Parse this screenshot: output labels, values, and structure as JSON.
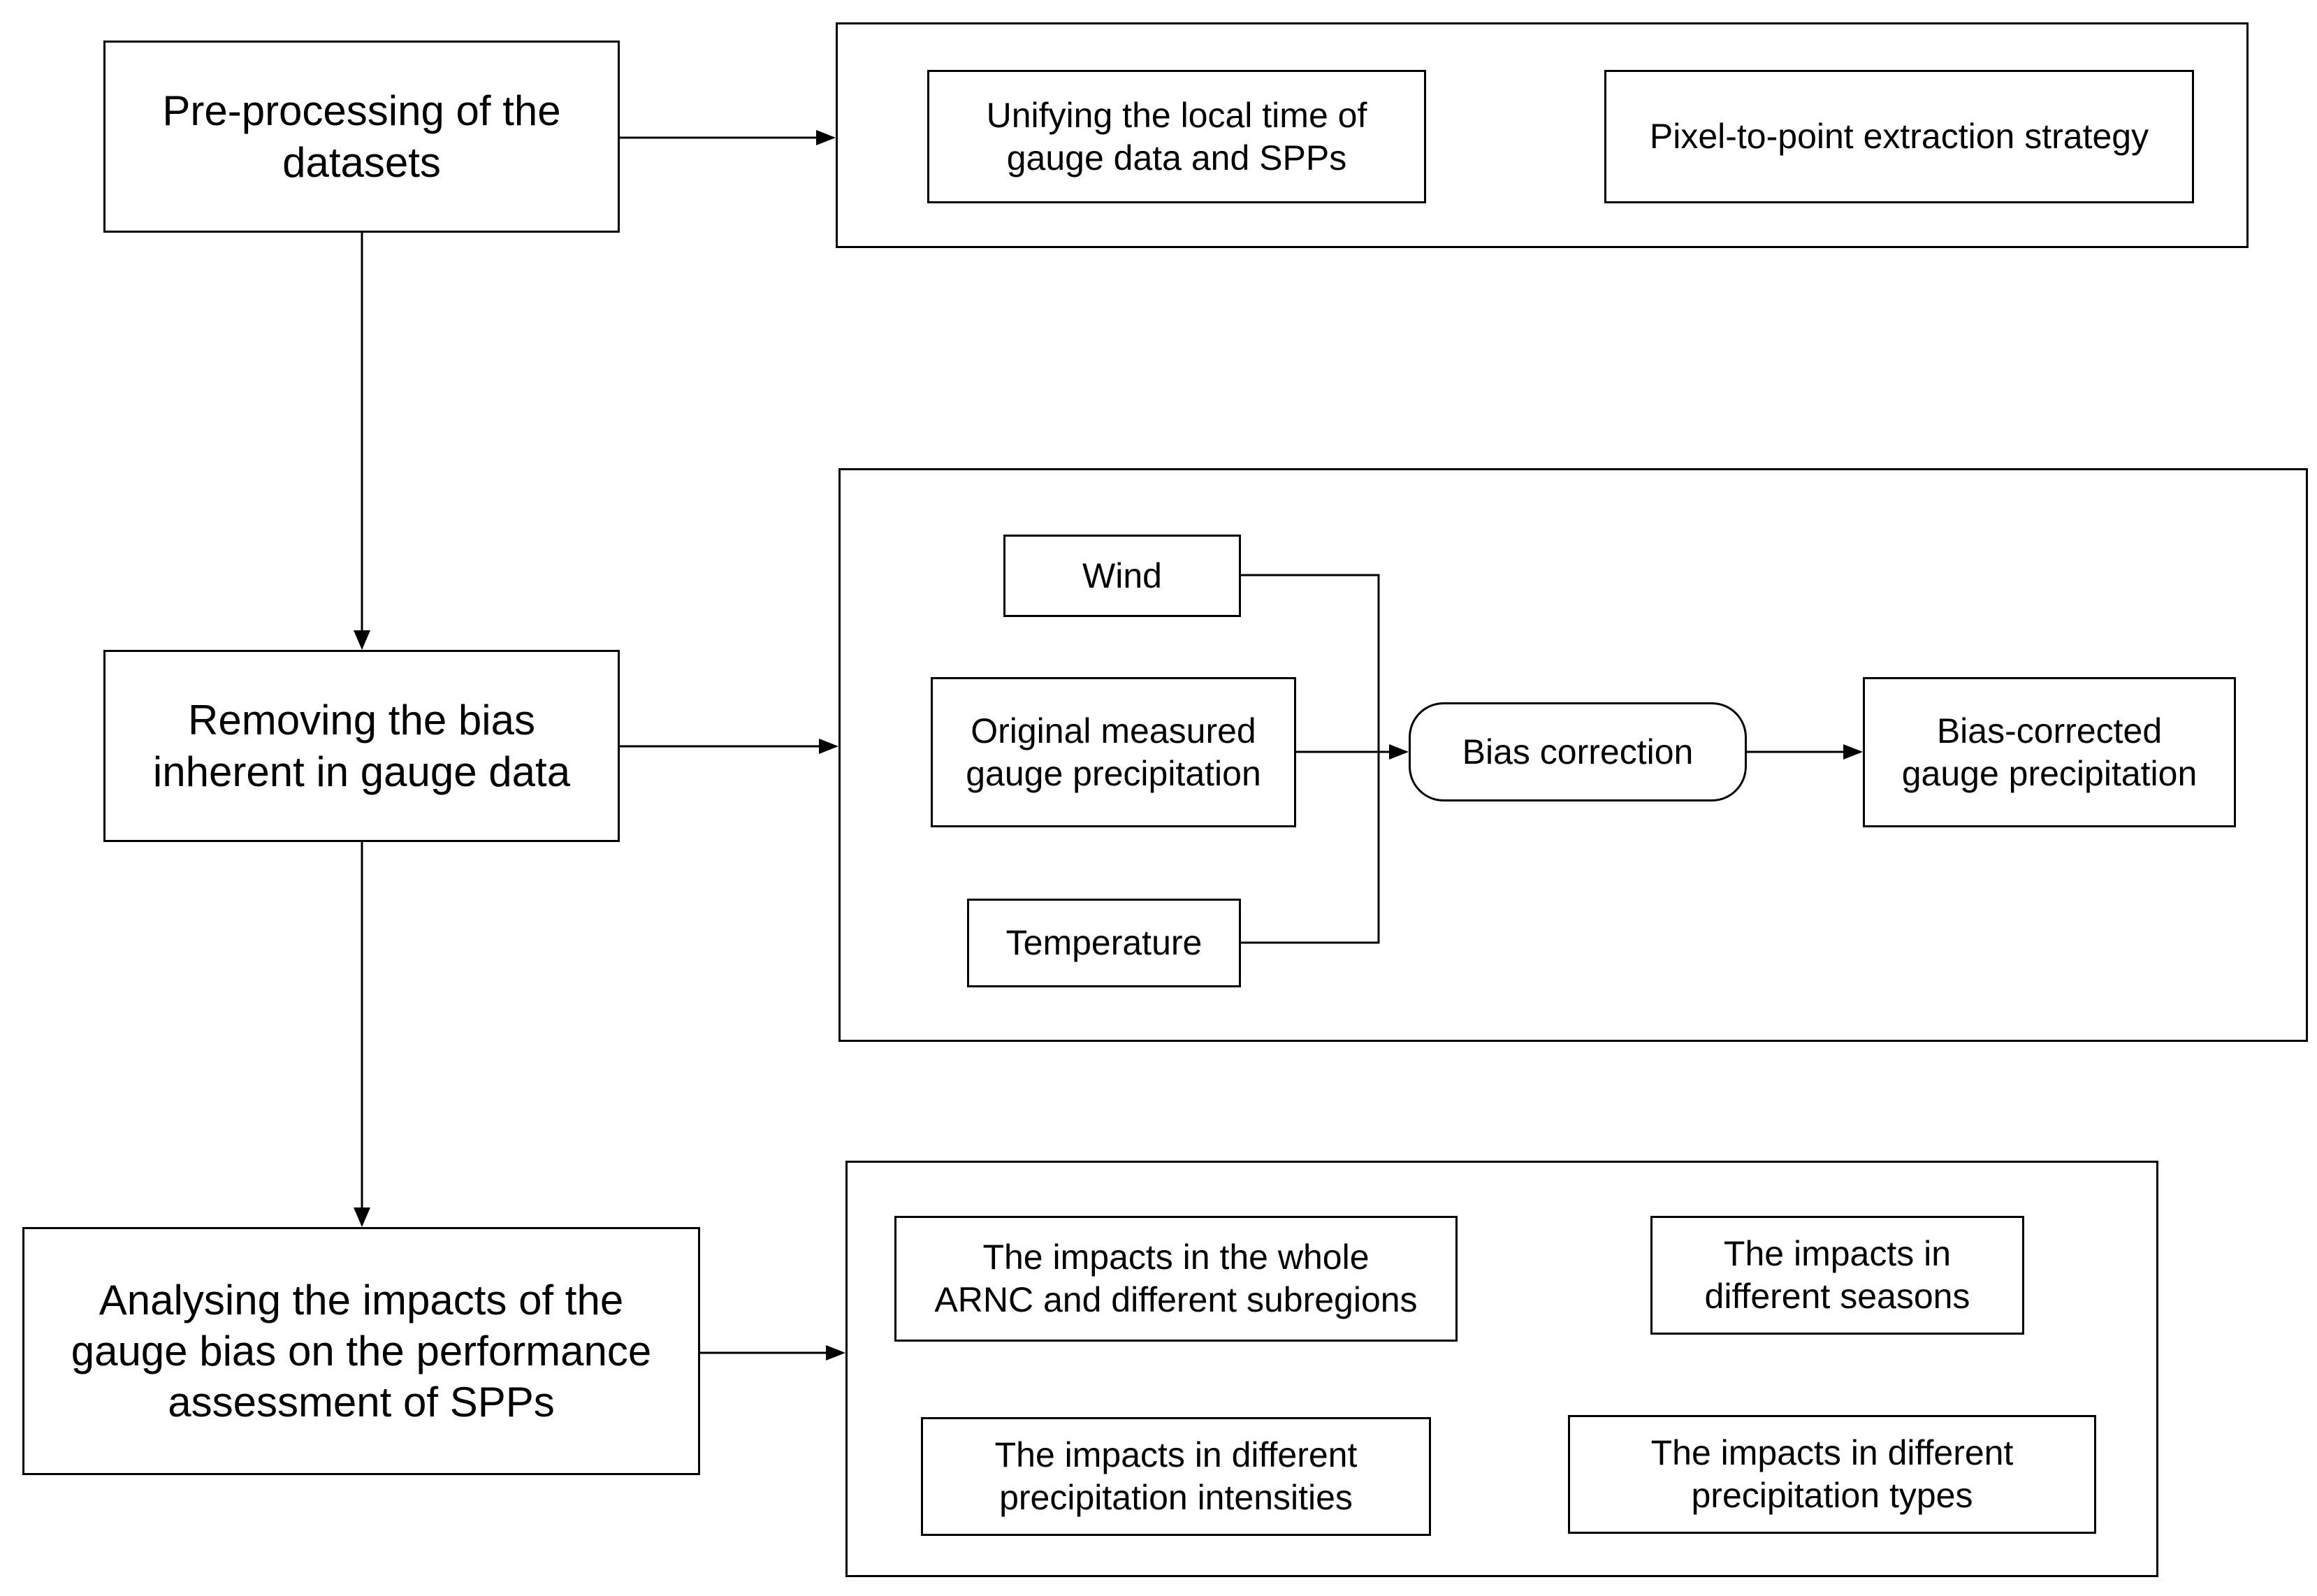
{
  "steps": {
    "preprocessing": "Pre-processing of the\ndatasets",
    "removing_bias": "Removing the bias\ninherent in gauge data",
    "analysing": "Analysing the impacts of the\ngauge bias on the performance\nassessment of SPPs"
  },
  "group_preprocessing": {
    "unify_time": "Unifying the local time of\ngauge data and SPPs",
    "pixel_to_point": "Pixel-to-point extraction strategy"
  },
  "group_bias": {
    "wind": "Wind",
    "original": "Original measured\ngauge precipitation",
    "temperature": "Temperature",
    "bias_correction": "Bias correction",
    "bias_corrected": "Bias-corrected\ngauge precipitation"
  },
  "group_impacts": {
    "whole_arnc": "The impacts in the whole\nARNC and different subregions",
    "seasons": "The impacts in\ndifferent seasons",
    "intensities": "The impacts in different\nprecipitation intensities",
    "types": "The impacts in different\nprecipitation types"
  }
}
